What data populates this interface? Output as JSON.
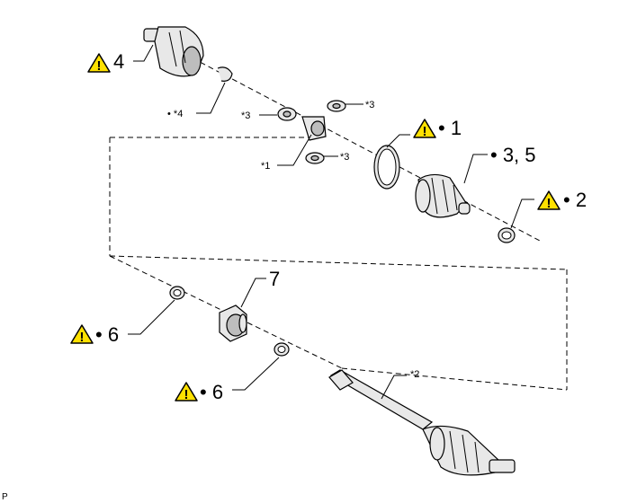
{
  "labels": {
    "l4": "4",
    "l_star4": "• *4",
    "l_star3_a": "*3",
    "l_star3_b": "*3",
    "l_star3_c": "*3",
    "l_star1": "*1",
    "l1": "• 1",
    "l35": "• 3, 5",
    "l2": "• 2",
    "l7": "7",
    "l6_a": "• 6",
    "l6_b": "• 6",
    "l_star2": "*2",
    "corner": "P"
  },
  "icons": {
    "warning": "warning-triangle-icon",
    "warning_mark": "!"
  },
  "colors": {
    "warning_fill": "#ffe100",
    "line": "#000000"
  }
}
